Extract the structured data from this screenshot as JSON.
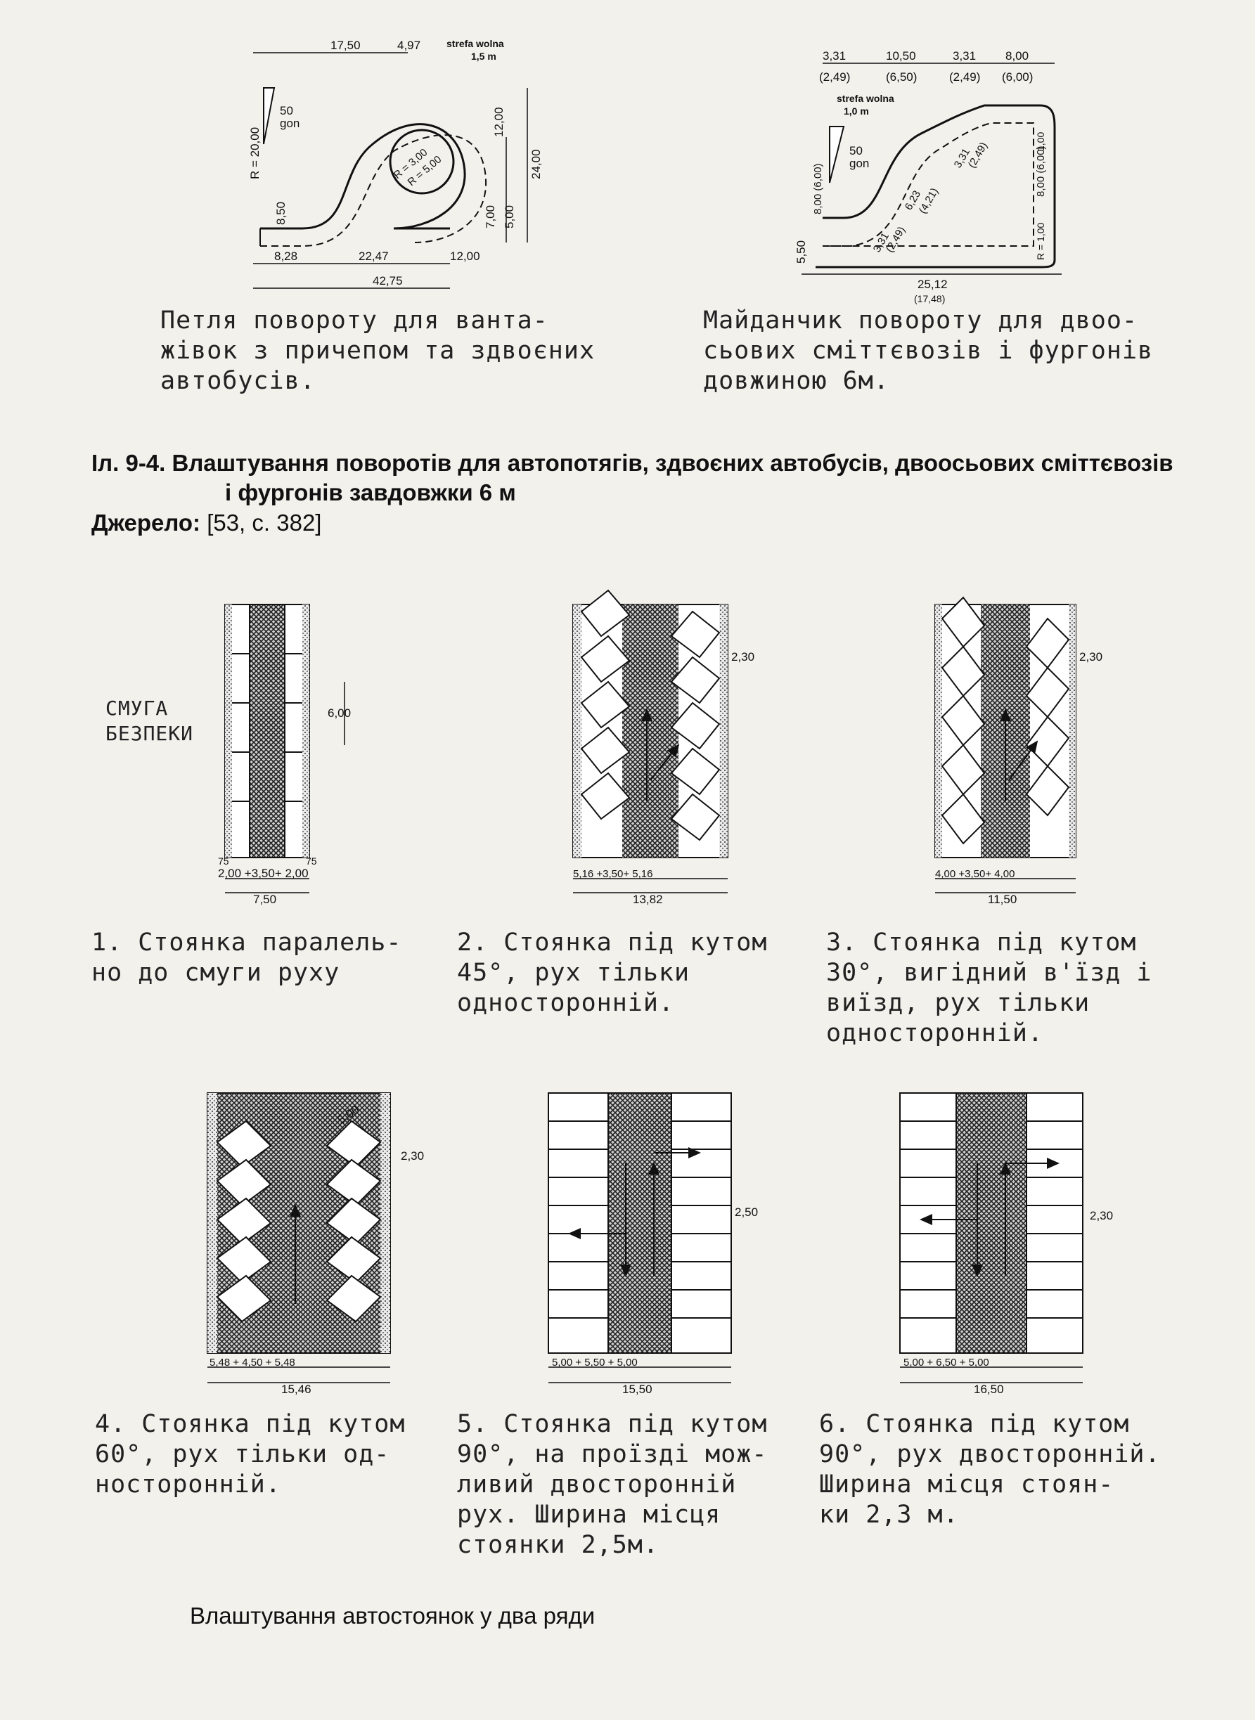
{
  "figure_top": {
    "loop": {
      "dims_top": [
        "17,50",
        "4,97"
      ],
      "strefa": "strefa wolna",
      "strefa_width": "1,5 m",
      "angle": "50",
      "gon": "gon",
      "radius_outer": "R = 20,00",
      "radius_inner_a": "R = 3,00",
      "radius_inner_b": "R = 5,00",
      "dim_12": "12,00",
      "dim_24": "24,00",
      "dim_7": "7,00",
      "dim_5": "5,00",
      "dim_850": "8,50",
      "dims_bottom": [
        "8,28",
        "22,47",
        "12,00"
      ],
      "dim_total": "42,75",
      "label": "Петля повороту для ванта-\nжівок з причепом та здвоєних\nавтобусів."
    },
    "square": {
      "dims_top": [
        "3,31",
        "10,50",
        "3,31",
        "8,00"
      ],
      "dims_top_alt": [
        "(2,49)",
        "(6,50)",
        "(2,49)",
        "(6,00)"
      ],
      "strefa": "strefa wolna",
      "strefa_width": "1,0 m",
      "angle": "50",
      "gon": "gon",
      "dim_8a": "8,00 (6,00)",
      "dim_8b": "8,00 (6,00)",
      "dim_550": "5,50",
      "dim_1": "1,00",
      "dim_r1": "R = 1,00",
      "diag": [
        "6,23",
        "(4,21)",
        "3,31",
        "(2,49)",
        "3,31",
        "(2,49)"
      ],
      "dim_total": "25,12",
      "dim_total_alt": "(17,48)",
      "label": "Майданчик повороту для двоо-\nсьових сміттєвозів і фургонів\nдовжиною 6м."
    }
  },
  "caption_main": {
    "number": "Іл. 9-4.",
    "text": "Влаштування поворотів для автопотягів, здвоєних автобусів, двоосьових сміттєвозів",
    "text2": "і фургонів завдовжки 6 м",
    "source_label": "Джерело:",
    "source": "[53, с. 382]"
  },
  "parking": [
    {
      "id": 1,
      "caption": "1. Стоянка паралель-\n но до смуги руху",
      "side_label": "СМУГА\nБЕЗПЕКИ",
      "dim_space": "6,00",
      "dims_bottom": "2,00 +3,50+ 2,00",
      "dim_small": [
        "75",
        "75"
      ],
      "dim_total": "7,50"
    },
    {
      "id": 2,
      "caption": "2. Стоянка під кутом\n 45°, рух тільки\n односторонній.",
      "dim_space": "2,30",
      "dims_bottom": "5,16 +3,50+ 5,16",
      "dim_total": "13,82"
    },
    {
      "id": 3,
      "caption": "3. Стоянка під кутом\n 30°, вигідний в'їзд і\n виїзд, рух тільки\n односторонній.",
      "dim_space": "2,30",
      "dims_bottom": "4,00 +3,50+ 4,00",
      "dim_total": "11,50"
    },
    {
      "id": 4,
      "caption": "4. Стоянка під кутом\n 60°, рух тільки од-\n носторонній.",
      "dim_space": "2,30",
      "dim_diag": "5,00",
      "dims_bottom": "5,48 + 4,50 + 5,48",
      "dim_total": "15,46"
    },
    {
      "id": 5,
      "caption": "5. Стоянка під кутом\n 90°, на проїзді мож-\n ливий двосторонній\n рух. Ширина місця\n стоянки 2,5м.",
      "dim_space": "2,50",
      "dims_bottom": "5,00 + 5,50 + 5,00",
      "dim_total": "15,50"
    },
    {
      "id": 6,
      "caption": "6. Стоянка під кутом\n 90°, рух двосторонній.\n Ширина місця стоян-\n ки 2,3 м.",
      "dim_space": "2,30",
      "dims_bottom": "5,00 + 6,50 + 5,00",
      "dim_total": "16,50"
    }
  ],
  "caption_bottom": "Влаштування автостоянок у два ряди"
}
